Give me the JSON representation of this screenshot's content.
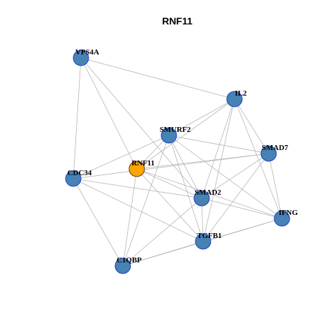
{
  "title": "RNF11",
  "colors": {
    "default_node": "#4682B4",
    "default_node_stroke": "#1f3fc4",
    "highlight_node": "#FFA500",
    "highlight_node_stroke": "#5a3a00",
    "edge": "#b5b5b5"
  },
  "network": {
    "nodes": [
      {
        "id": "VPS4A",
        "label": "VPS4A",
        "highlight": false
      },
      {
        "id": "IL2",
        "label": "IL2",
        "highlight": false
      },
      {
        "id": "SMURF2",
        "label": "SMURF2",
        "highlight": false
      },
      {
        "id": "SMAD7",
        "label": "SMAD7",
        "highlight": false
      },
      {
        "id": "RNF11",
        "label": "RNF11",
        "highlight": true
      },
      {
        "id": "CDC34",
        "label": "CDC34",
        "highlight": false
      },
      {
        "id": "SMAD2",
        "label": "SMAD2",
        "highlight": false
      },
      {
        "id": "IFNG",
        "label": "IFNG",
        "highlight": false
      },
      {
        "id": "TGFB1",
        "label": "TGFB1",
        "highlight": false
      },
      {
        "id": "C1QBP",
        "label": "C1QBP",
        "highlight": false
      }
    ],
    "edges": [
      [
        "VPS4A",
        "IL2"
      ],
      [
        "VPS4A",
        "CDC34"
      ],
      [
        "VPS4A",
        "RNF11"
      ],
      [
        "VPS4A",
        "SMAD2"
      ],
      [
        "IL2",
        "SMURF2"
      ],
      [
        "IL2",
        "SMAD7"
      ],
      [
        "IL2",
        "IFNG"
      ],
      [
        "IL2",
        "TGFB1"
      ],
      [
        "IL2",
        "SMAD2"
      ],
      [
        "IL2",
        "RNF11"
      ],
      [
        "SMURF2",
        "SMAD7"
      ],
      [
        "SMURF2",
        "CDC34"
      ],
      [
        "SMURF2",
        "RNF11"
      ],
      [
        "SMURF2",
        "SMAD2"
      ],
      [
        "SMURF2",
        "TGFB1"
      ],
      [
        "SMURF2",
        "C1QBP"
      ],
      [
        "SMURF2",
        "IFNG"
      ],
      [
        "SMAD7",
        "CDC34"
      ],
      [
        "SMAD7",
        "SMAD2"
      ],
      [
        "SMAD7",
        "TGFB1"
      ],
      [
        "SMAD7",
        "IFNG"
      ],
      [
        "SMAD7",
        "RNF11"
      ],
      [
        "RNF11",
        "SMAD2"
      ],
      [
        "RNF11",
        "TGFB1"
      ],
      [
        "RNF11",
        "C1QBP"
      ],
      [
        "RNF11",
        "IFNG"
      ],
      [
        "CDC34",
        "SMAD2"
      ],
      [
        "CDC34",
        "C1QBP"
      ],
      [
        "CDC34",
        "TGFB1"
      ],
      [
        "SMAD2",
        "IFNG"
      ],
      [
        "SMAD2",
        "TGFB1"
      ],
      [
        "SMAD2",
        "C1QBP"
      ],
      [
        "TGFB1",
        "IFNG"
      ],
      [
        "TGFB1",
        "C1QBP"
      ],
      [
        "C1QBP",
        "IFNG"
      ]
    ]
  }
}
